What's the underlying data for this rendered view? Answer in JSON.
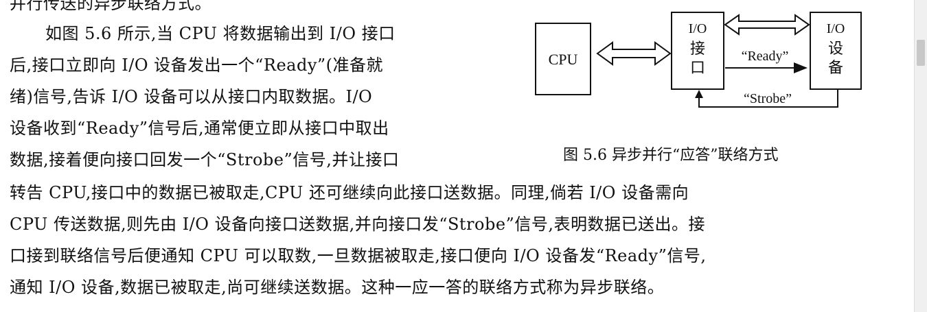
{
  "text": {
    "partial_top": "并行传送的异步联络方式。",
    "lines_left": [
      "如图 5.6 所示,当 CPU 将数据输出到 I/O 接口",
      "后,接口立即向 I/O 设备发出一个“Ready”(准备就",
      "绪)信号,告诉 I/O 设备可以从接口内取数据。I/O",
      "设备收到“Ready”信号后,通常便立即从接口中取出",
      "数据,接着便向接口回发一个“Strobe”信号,并让接口"
    ],
    "lines_full": [
      "转告 CPU,接口中的数据已被取走,CPU 还可继续向此接口送数据。同理,倘若 I/O 设备需向",
      "CPU 传送数据,则先由 I/O 设备向接口送数据,并向接口发“Strobe”信号,表明数据已送出。接",
      "口接到联络信号后便通知 CPU 可以取数,一旦数据被取走,接口便向 I/O 设备发“Ready”信号,",
      "通知 I/O 设备,数据已被取走,尚可继续送数据。这种一应一答的联络方式称为异步联络。"
    ]
  },
  "figure": {
    "cpu_label": "CPU",
    "interface_label_line1": "I/O",
    "interface_label_line2": "接",
    "interface_label_line3": "口",
    "device_label_line1": "I/O",
    "device_label_line2": "设",
    "device_label_line3": "备",
    "ready_label": "“Ready”",
    "strobe_label": "“Strobe”",
    "caption": "图 5.6   异步并行“应答”联络方式"
  }
}
